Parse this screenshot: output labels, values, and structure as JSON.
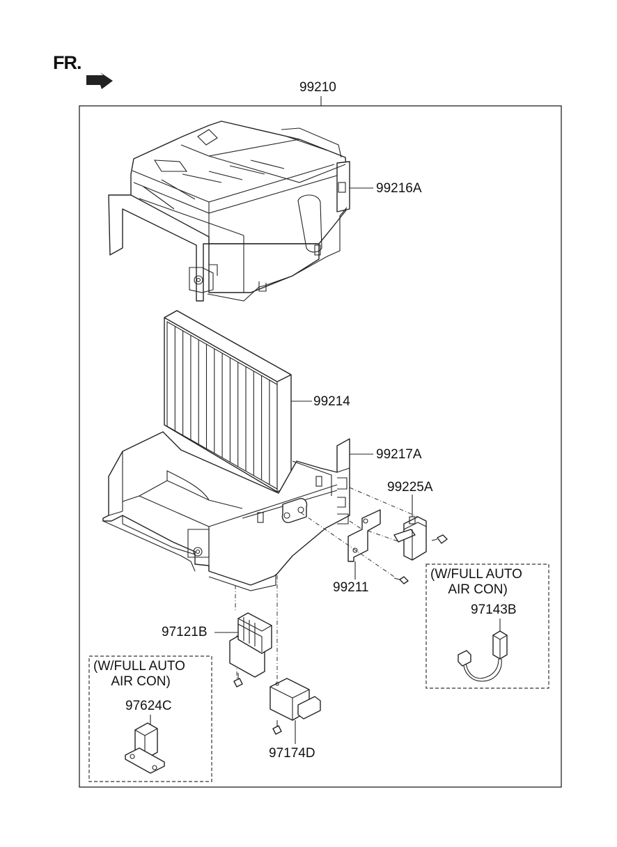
{
  "front_marker": {
    "text": "FR."
  },
  "assembly": {
    "part_no": "99210"
  },
  "parts": {
    "upper_case": "99216A",
    "filter": "99214",
    "lower_case": "99217A",
    "actuator": "99225A",
    "bracket": "99211",
    "resistor": "97121B",
    "module": "97174D",
    "sensor": "97143B",
    "power_transistor": "97624C"
  },
  "notes": {
    "left_option": "(W/FULL AUTO\n     AIR CON)",
    "right_option": "(W/FULL AUTO\n     AIR CON)"
  }
}
